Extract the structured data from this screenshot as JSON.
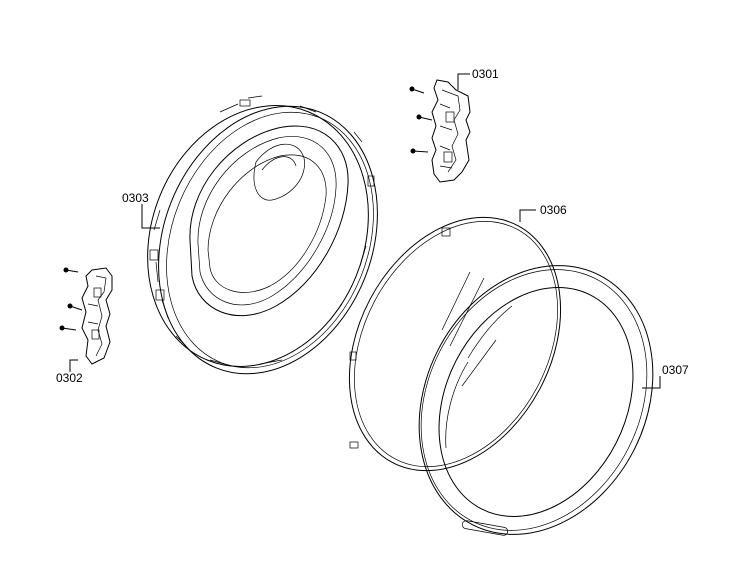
{
  "parts": [
    {
      "id": "door-hinge",
      "label": "0301"
    },
    {
      "id": "door-lock-bracket",
      "label": "0302"
    },
    {
      "id": "inner-door-frame",
      "label": "0303"
    },
    {
      "id": "door-glass",
      "label": "0306"
    },
    {
      "id": "outer-door-ring",
      "label": "0307"
    }
  ],
  "colors": {
    "line": "#000000",
    "background": "#ffffff"
  }
}
